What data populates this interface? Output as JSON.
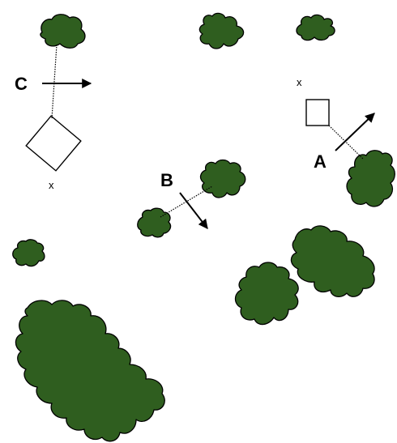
{
  "colors": {
    "tree_fill": "#2f5e1f",
    "outline": "#000000",
    "background": "#ffffff"
  },
  "markers": {
    "a": "A",
    "b": "B",
    "c": "C"
  },
  "x_marks": {
    "a": "x",
    "c": "x"
  }
}
